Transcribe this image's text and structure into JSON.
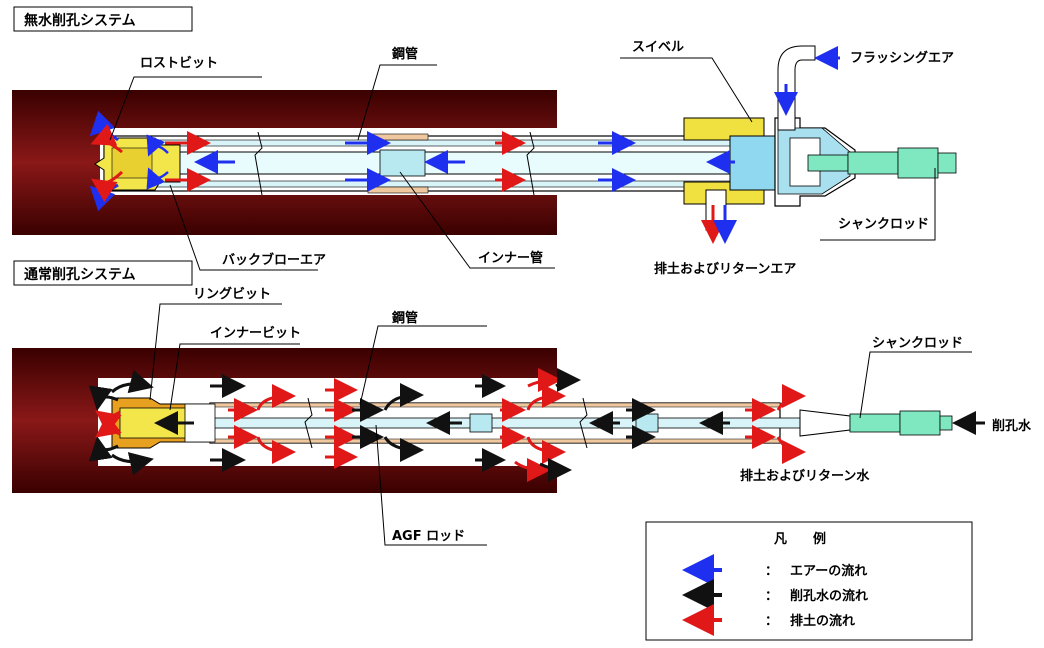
{
  "section_titles": {
    "waterless": "無水削孔システム",
    "normal": "通常削孔システム"
  },
  "top_labels": {
    "lost_bit": "ロストビット",
    "steel_pipe": "鋼管",
    "swivel": "スイベル",
    "flushing_air": "フラッシングエア",
    "shank_rod": "シャンクロッド",
    "back_blow_air": "バックブローエア",
    "inner_pipe": "インナー管",
    "return_air": "排土およびリターンエア"
  },
  "bottom_labels": {
    "ring_bit": "リングビット",
    "inner_bit": "インナービット",
    "steel_pipe": "鋼管",
    "shank_rod": "シャンクロッド",
    "drilling_water": "削孔水",
    "return_water": "排土およびリターン水",
    "agf_rod": "AGF ロッド"
  },
  "legend": {
    "title": "凡　　例",
    "items": [
      {
        "color_name": "blue-arrow",
        "color": "#1f2ff0",
        "sep": "：",
        "text": "エアーの流れ"
      },
      {
        "color_name": "black-arrow",
        "color": "#111111",
        "sep": "：",
        "text": "削孔水の流れ"
      },
      {
        "color_name": "red-arrow",
        "color": "#e01818",
        "sep": "：",
        "text": "排土の流れ"
      }
    ]
  },
  "colors": {
    "ground": "#7a1010",
    "bit_yellow": "#f2e64a",
    "ring_orange": "#e8a020",
    "inner_pipe_blue": "#b8e8f0",
    "shank_green": "#80e8c0",
    "swivel_yellow": "#f0e040"
  }
}
